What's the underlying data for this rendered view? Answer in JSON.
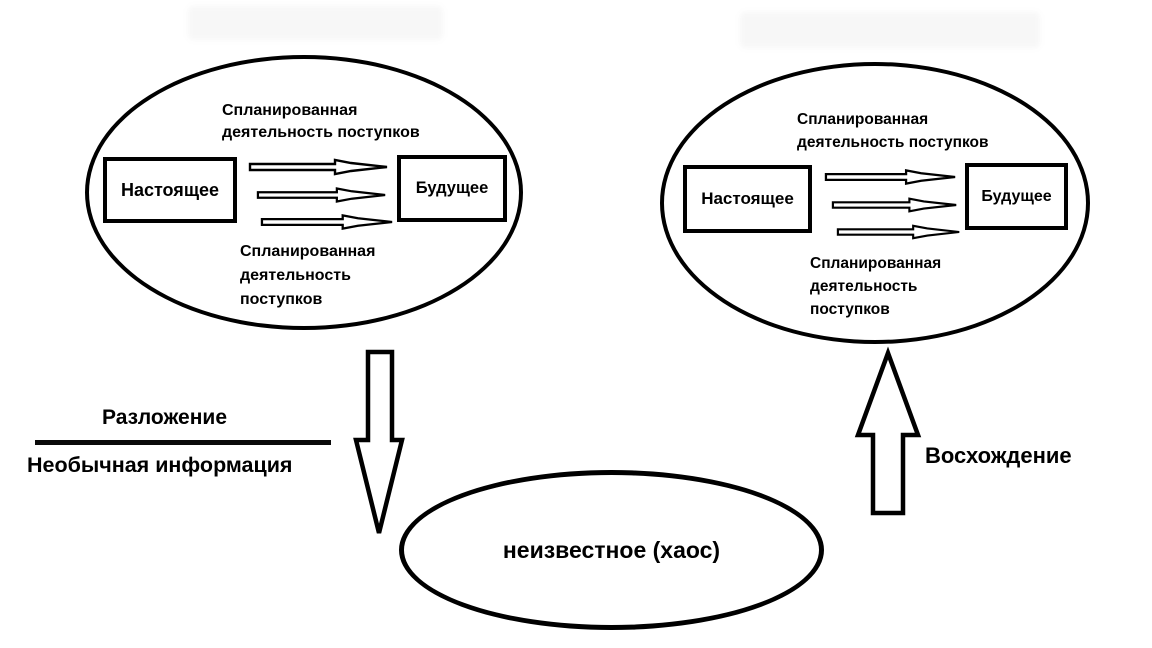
{
  "colors": {
    "ink": "#000000",
    "background": "#ffffff"
  },
  "left_system": {
    "top_label_lines": [
      "Спланированная",
      "деятельность поступков"
    ],
    "present_label": "Настоящее",
    "future_label": "Будущее",
    "bottom_label_lines": [
      "Спланированная",
      "деятельность",
      "поступков"
    ]
  },
  "right_system": {
    "top_label_lines": [
      "Спланированная",
      "деятельность поступков"
    ],
    "present_label": "Настоящее",
    "future_label": "Будущее",
    "bottom_label_lines": [
      "Спланированная",
      "деятельность",
      "поступков"
    ]
  },
  "transition": {
    "descent_numerator": "Разложение",
    "descent_denominator": "Необычная информация",
    "ascent_label": "Восхождение"
  },
  "chaos": {
    "label": "неизвестное (хаос)"
  }
}
